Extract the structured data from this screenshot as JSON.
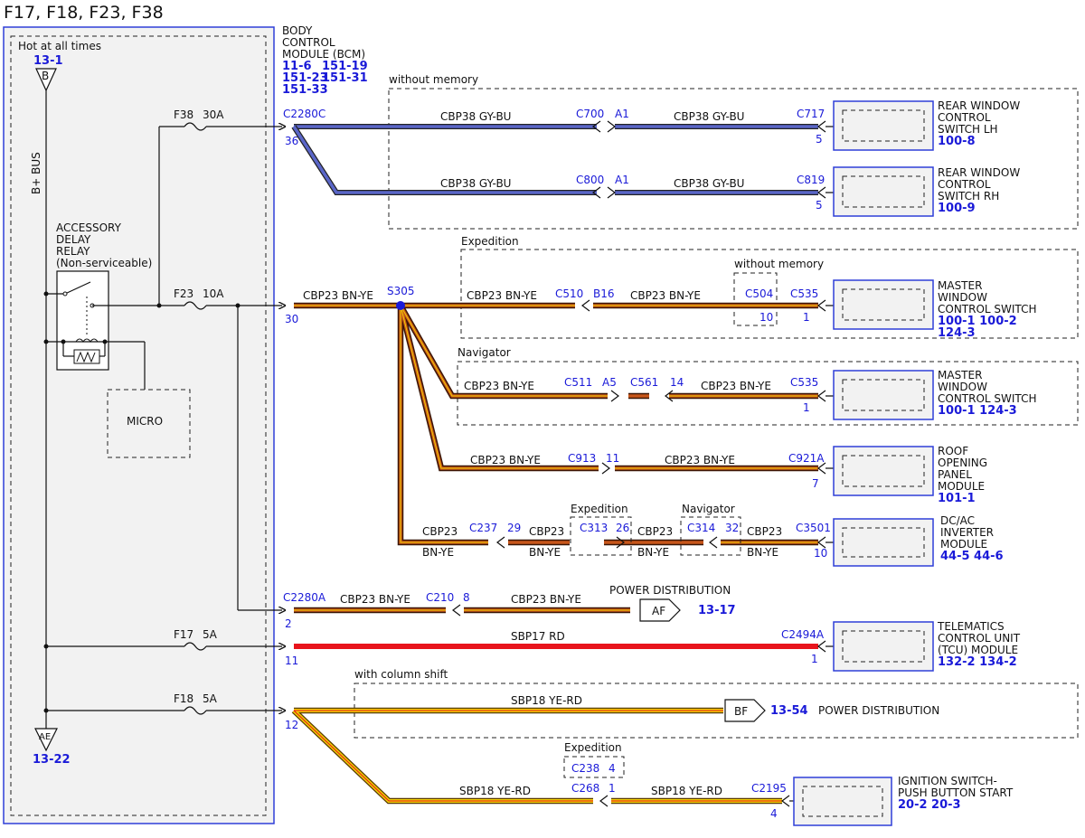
{
  "title": "F17, F18, F23, F38",
  "colors": {
    "blue_box": "#2f3fd8",
    "ref_blue": "#1a1ad8",
    "bn_ye": "#c04a10",
    "ye_rd": "#f0d000",
    "rd": "#e8141c",
    "gy_bu": "#5a66c8",
    "box_fill": "#f2f2f2"
  },
  "left_panel": {
    "hot_label": "Hot at all times",
    "hot_ref": "13-1",
    "b_terminal": "B",
    "bus_label": "B+ BUS",
    "relay_label": [
      "ACCESSORY",
      "DELAY",
      "RELAY",
      "(Non-serviceable)"
    ],
    "micro_label": "MICRO",
    "ae_terminal": "AE",
    "ae_ref": "13-22"
  },
  "bcm": {
    "label": [
      "BODY",
      "CONTROL",
      "MODULE (BCM)"
    ],
    "refs": [
      "11-6",
      "151-19",
      "151-23",
      "151-31",
      "151-33"
    ]
  },
  "fuses": [
    {
      "id": "fuse-f38",
      "name": "F38",
      "rating": "30A"
    },
    {
      "id": "fuse-f23",
      "name": "F23",
      "rating": "10A"
    },
    {
      "id": "fuse-f17",
      "name": "F17",
      "rating": "5A"
    },
    {
      "id": "fuse-f18",
      "name": "F18",
      "rating": "5A"
    }
  ],
  "groups": {
    "without_memory_1": "without memory",
    "expedition_1": "Expedition",
    "without_memory_2": "without memory",
    "navigator_1": "Navigator",
    "expedition_2": "Expedition",
    "navigator_2": "Navigator",
    "with_column_shift": "with column shift",
    "expedition_3": "Expedition"
  },
  "connectors": {
    "c2280c": "C2280C",
    "c2280c_pin": "36",
    "c2280_pin30": "30",
    "c2280a": "C2280A",
    "c2280a_pin": "2",
    "pin11": "11",
    "pin12": "12",
    "c700": "C700",
    "c700_pin": "A1",
    "c800": "C800",
    "c800_pin": "A1",
    "c717": "C717",
    "c717_pin": "5",
    "c819": "C819",
    "c819_pin": "5",
    "s305": "S305",
    "c510": "C510",
    "c510_pin": "B16",
    "c504": "C504",
    "c504_pin": "10",
    "c535a": "C535",
    "c535a_pin": "1",
    "c511": "C511",
    "c511_pin": "A5",
    "c561": "C561",
    "c561_pin": "14",
    "c535b": "C535",
    "c535b_pin": "1",
    "c913": "C913",
    "c913_pin": "11",
    "c921a": "C921A",
    "c921a_pin": "7",
    "c237": "C237",
    "c237_pin": "29",
    "c313": "C313",
    "c313_pin": "26",
    "c314": "C314",
    "c314_pin": "32",
    "c3501": "C3501",
    "c3501_pin": "10",
    "c210": "C210",
    "c210_pin": "8",
    "c2494a": "C2494A",
    "c2494a_pin": "1",
    "c238": "C238",
    "c238_pin": "4",
    "c268": "C268",
    "c268_pin": "1",
    "c2195": "C2195",
    "c2195_pin": "4"
  },
  "wires": {
    "cbp38_gybu": "CBP38  GY-BU",
    "cbp23_bnye": "CBP23  BN-YE",
    "cbp23": "CBP23",
    "bnye": "BN-YE",
    "sbp17_rd": "SBP17  RD",
    "sbp18_yerd": "SBP18  YE-RD"
  },
  "components": {
    "rwcs_lh": {
      "label": [
        "REAR WINDOW",
        "CONTROL",
        "SWITCH LH"
      ],
      "refs": "100-8"
    },
    "rwcs_rh": {
      "label": [
        "REAR WINDOW",
        "CONTROL",
        "SWITCH RH"
      ],
      "refs": "100-9"
    },
    "mwcs_exp": {
      "label": [
        "MASTER",
        "WINDOW",
        "CONTROL SWITCH"
      ],
      "refs": [
        "100-1 100-2",
        "124-3"
      ]
    },
    "mwcs_nav": {
      "label": [
        "MASTER",
        "WINDOW",
        "CONTROL SWITCH"
      ],
      "refs": "100-1 124-3"
    },
    "roof": {
      "label": [
        "ROOF",
        "OPENING",
        "PANEL",
        "MODULE"
      ],
      "refs": "101-1"
    },
    "inverter": {
      "label": [
        "DC/AC",
        "INVERTER",
        "MODULE"
      ],
      "refs": "44-5  44-6"
    },
    "tcu": {
      "label": [
        "TELEMATICS",
        "CONTROL UNIT",
        "(TCU) MODULE"
      ],
      "refs": "132-2 134-2"
    },
    "ignition": {
      "label": [
        "IGNITION SWITCH-",
        "PUSH BUTTON START"
      ],
      "refs": "20-2  20-3"
    }
  },
  "power_dist": {
    "af_terminal": "AF",
    "af_label": "POWER DISTRIBUTION",
    "af_ref": "13-17",
    "bf_terminal": "BF",
    "bf_ref": "13-54",
    "bf_label": "POWER DISTRIBUTION"
  }
}
